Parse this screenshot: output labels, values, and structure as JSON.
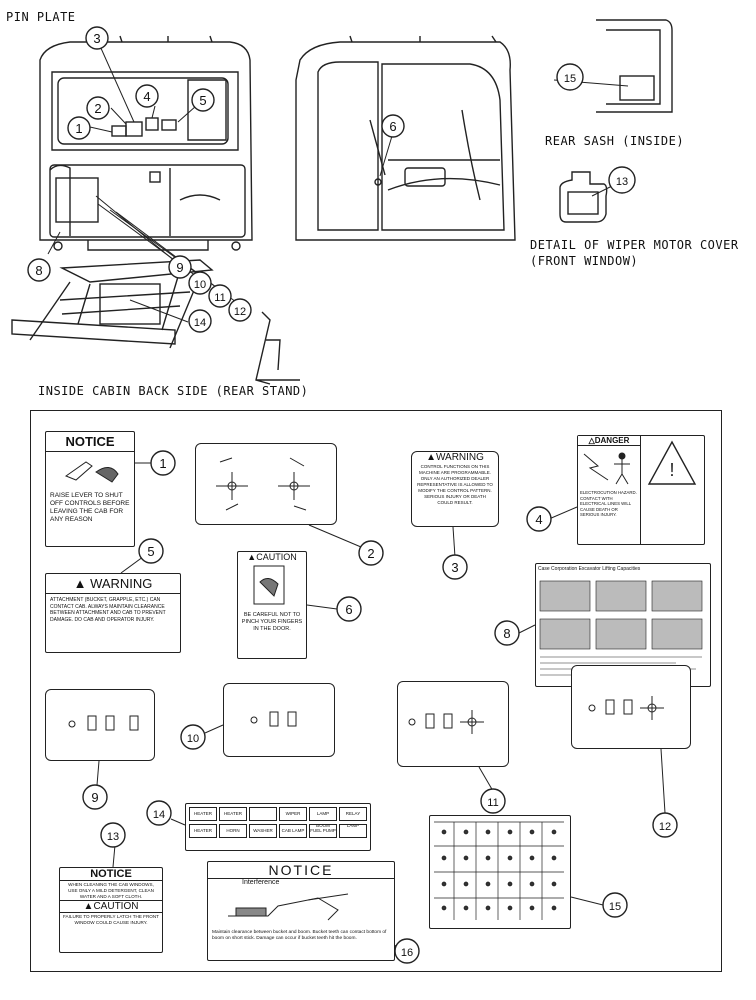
{
  "labels": {
    "pin_plate": "PIN PLATE",
    "rear_sash": "REAR SASH (INSIDE)",
    "wiper_detail_1": "DETAIL OF WIPER MOTOR COVER",
    "wiper_detail_2": "(FRONT WINDOW)",
    "inside_cabin": "INSIDE CABIN BACK SIDE (REAR STAND)"
  },
  "callouts": [
    "1",
    "2",
    "3",
    "4",
    "5",
    "6",
    "8",
    "9",
    "10",
    "11",
    "12",
    "13",
    "14",
    "15",
    "16"
  ],
  "decals": {
    "notice_1": {
      "header": "NOTICE",
      "text": "RAISE LEVER TO SHUT OFF CONTROLS BEFORE LEAVING THE CAB FOR ANY REASON"
    },
    "warning_3": {
      "header": "WARNING",
      "text": "CONTROL FUNCTIONS ON THIS MACHINE ARE PROGRAMMABLE. ONLY AN AUTHORIZED DEALER REPRESENTATIVE IS ALLOWED TO MODIFY THE CONTROL PATTERN. SERIOUS INJURY OR DEATH COULD RESULT."
    },
    "danger_4": {
      "header": "DANGER",
      "text": "ELECTROCUTION HAZARD. CONTACT WITH ELECTRICAL LINES WILL CAUSE DEATH OR SERIOUS INJURY."
    },
    "warning_5": {
      "header": "WARNING",
      "text": "ATTACHMENT (BUCKET, GRAPPLE, ETC.) CAN CONTACT CAB. ALWAYS MAINTAIN CLEARANCE BETWEEN ATTACHMENT AND CAB TO PREVENT DAMAGE. DO CAB AND OPERATOR INJURY."
    },
    "caution_6": {
      "header": "CAUTION",
      "text": "BE CAREFUL NOT TO PINCH YOUR FINGERS IN THE DOOR."
    },
    "capacity_8": {
      "title": "Case Corporation   Excavator Lifting Capacities"
    },
    "decal_14": {
      "row1": [
        "HEATER",
        "HEATER",
        "",
        "WIPER",
        "LAMP BOOM",
        "RELAY LAMP"
      ],
      "row2": [
        "HEATER",
        "HORN",
        "WASHER",
        "CAB LAMP",
        "FUEL PUMP",
        ""
      ]
    },
    "notice_13": {
      "header": "NOTICE",
      "text": "WHEN CLEANING THE CAB WINDOWS, USE ONLY A MILD DETERGENT, CLEAN WATER AND A SOFT CLOTH.",
      "header2": "CAUTION",
      "text2": "FAILURE TO PROPERLY LATCH THE FRONT WINDOW COULD CAUSE INJURY."
    },
    "notice_16": {
      "header": "NOTICE",
      "sub": "Interference",
      "text": "Maintain clearance between bucket and boom. Bucket teeth can contact bottom of boom on short stick. Damage can occur if bucket teeth hit the boom."
    }
  }
}
